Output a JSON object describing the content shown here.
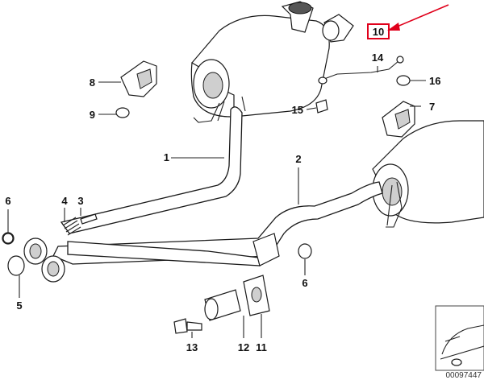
{
  "diagram": {
    "callouts": [
      {
        "id": "c1",
        "label": "1"
      },
      {
        "id": "c2",
        "label": "2"
      },
      {
        "id": "c3",
        "label": "3"
      },
      {
        "id": "c4",
        "label": "4"
      },
      {
        "id": "c5",
        "label": "5"
      },
      {
        "id": "c6a",
        "label": "6"
      },
      {
        "id": "c6b",
        "label": "6"
      },
      {
        "id": "c7",
        "label": "7"
      },
      {
        "id": "c8",
        "label": "8"
      },
      {
        "id": "c9",
        "label": "9"
      },
      {
        "id": "c10",
        "label": "10"
      },
      {
        "id": "c11",
        "label": "11"
      },
      {
        "id": "c12",
        "label": "12"
      },
      {
        "id": "c13",
        "label": "13"
      },
      {
        "id": "c14",
        "label": "14"
      },
      {
        "id": "c15",
        "label": "15"
      },
      {
        "id": "c16",
        "label": "16"
      }
    ],
    "catalog_number": "00097447",
    "highlight_color": "#e0001b",
    "line_color": "#1a1a1a"
  }
}
